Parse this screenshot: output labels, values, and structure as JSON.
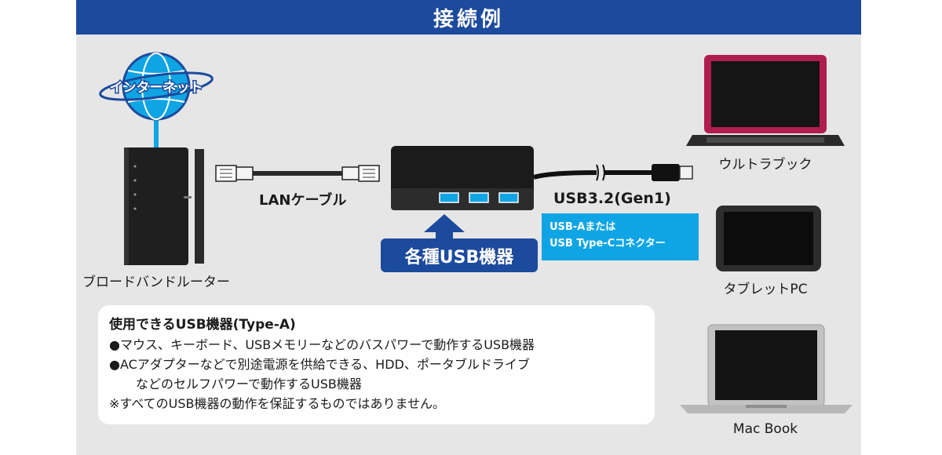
{
  "header": {
    "title": "接続例"
  },
  "internet": {
    "label": "インターネット"
  },
  "router": {
    "label": "ブロードバンドルーター"
  },
  "lan_cable": {
    "label": "LANケーブル"
  },
  "hub": {
    "cable_label": "USB3.2(Gen1)",
    "ports": 3
  },
  "connector_note": {
    "line1": "USB-Aまたは",
    "line2": "USB Type-Cコネクター"
  },
  "usb_devices_badge": {
    "label": "各種USB機器"
  },
  "devices": {
    "ultrabook": "ウルトラブック",
    "tablet": "タブレットPC",
    "macbook": "Mac Book"
  },
  "info": {
    "title": "使用できるUSB機器(Type-A)",
    "line1": "●マウス、キーボード、USBメモリーなどのバスパワーで動作するUSB機器",
    "line2": "●ACアダプターなどで別途電源を供給できる、HDD、ポータブルドライブ",
    "line2b": "などのセルフパワーで動作するUSB機器",
    "note": "※すべてのUSB機器の動作を保証するものではありません。"
  },
  "colors": {
    "header": "#1c4a9c",
    "accent": "#0fa5e4",
    "panel": "#e6e6e6",
    "laptop_red": "#b01e4e"
  }
}
